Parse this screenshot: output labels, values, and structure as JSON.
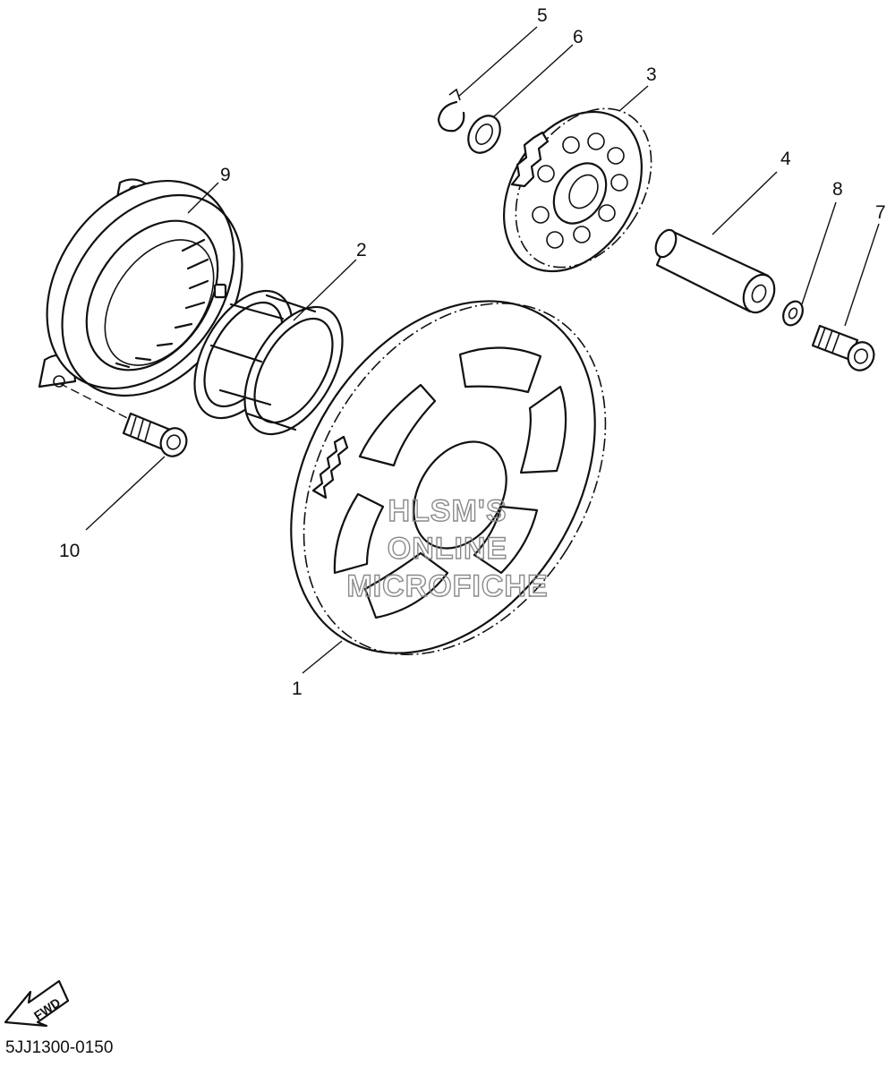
{
  "callouts": {
    "c1": "1",
    "c2": "2",
    "c3": "3",
    "c4": "4",
    "c5": "5",
    "c6": "6",
    "c7": "7",
    "c8": "8",
    "c9": "9",
    "c10": "10"
  },
  "watermark": {
    "line1": "HLSM'S",
    "line2": "ONLINE",
    "line3": "MICROFICHE"
  },
  "direction_arrow": {
    "label": "FWD"
  },
  "diagram_code": "5JJ1300-0150"
}
